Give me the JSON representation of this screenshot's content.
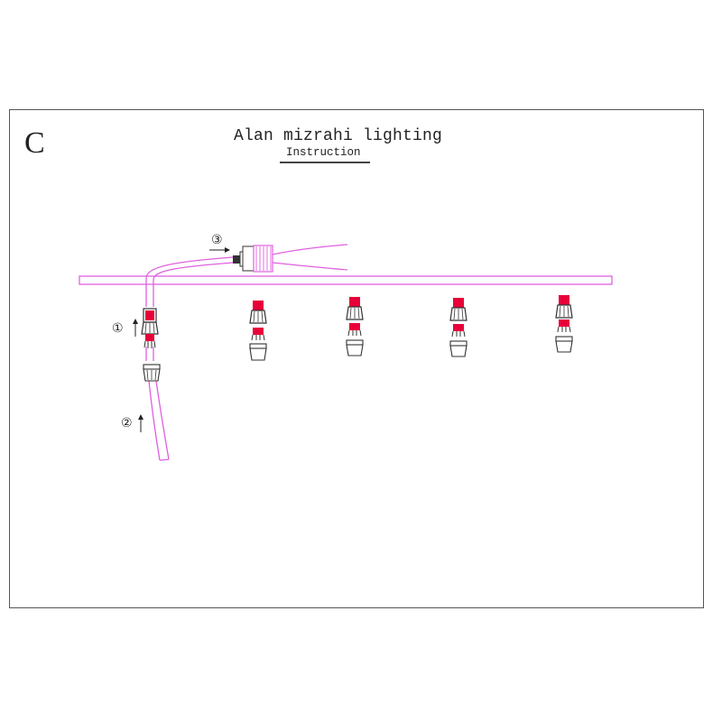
{
  "header": {
    "letter": "C",
    "title": "Alan mizrahi lighting",
    "subtitle": "Instruction"
  },
  "steps": [
    {
      "marker": "①"
    },
    {
      "marker": "②"
    },
    {
      "marker": "③"
    }
  ],
  "colors": {
    "wire": "#e060e0",
    "connector_red": "#e8003a",
    "outline": "#333333"
  }
}
